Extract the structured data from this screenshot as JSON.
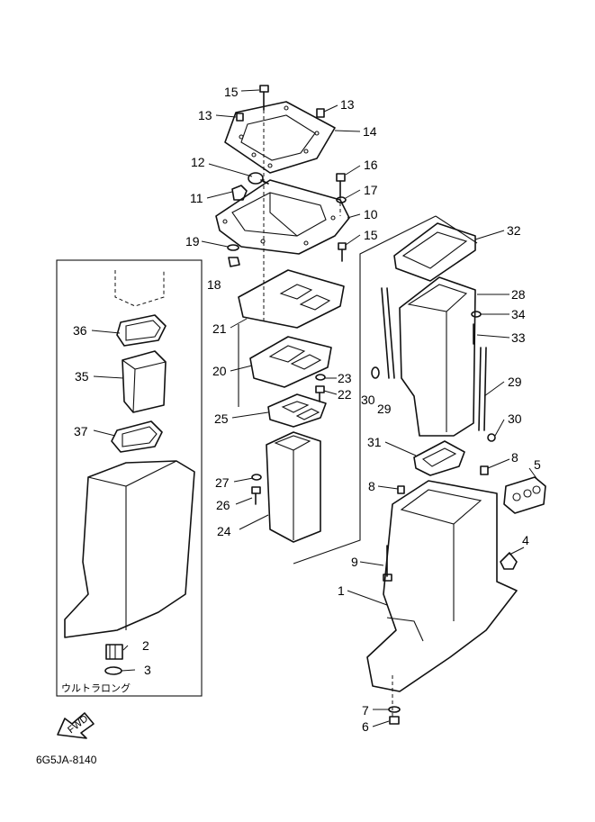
{
  "figure": {
    "diagram_code": "6G5JA-8140",
    "inset_caption": "ウルトラロング",
    "direction_label": "FWD"
  },
  "callouts": [
    {
      "id": "c15a",
      "label": "15"
    },
    {
      "id": "c13a",
      "label": "13"
    },
    {
      "id": "c13b",
      "label": "13"
    },
    {
      "id": "c14",
      "label": "14"
    },
    {
      "id": "c12",
      "label": "12"
    },
    {
      "id": "c16",
      "label": "16"
    },
    {
      "id": "c11",
      "label": "11"
    },
    {
      "id": "c17",
      "label": "17"
    },
    {
      "id": "c10",
      "label": "10"
    },
    {
      "id": "c19",
      "label": "19"
    },
    {
      "id": "c15b",
      "label": "15"
    },
    {
      "id": "c18",
      "label": "18"
    },
    {
      "id": "c32",
      "label": "32"
    },
    {
      "id": "c28",
      "label": "28"
    },
    {
      "id": "c21",
      "label": "21"
    },
    {
      "id": "c34",
      "label": "34"
    },
    {
      "id": "c36",
      "label": "36"
    },
    {
      "id": "c33",
      "label": "33"
    },
    {
      "id": "c35",
      "label": "35"
    },
    {
      "id": "c20",
      "label": "20"
    },
    {
      "id": "c23",
      "label": "23"
    },
    {
      "id": "c22",
      "label": "22"
    },
    {
      "id": "c30a",
      "label": "30"
    },
    {
      "id": "c29a",
      "label": "29"
    },
    {
      "id": "c29b",
      "label": "29"
    },
    {
      "id": "c25",
      "label": "25"
    },
    {
      "id": "c30b",
      "label": "30"
    },
    {
      "id": "c37",
      "label": "37"
    },
    {
      "id": "c31",
      "label": "31"
    },
    {
      "id": "c8a",
      "label": "8"
    },
    {
      "id": "c5",
      "label": "5"
    },
    {
      "id": "c27",
      "label": "27"
    },
    {
      "id": "c8b",
      "label": "8"
    },
    {
      "id": "c26",
      "label": "26"
    },
    {
      "id": "c24",
      "label": "24"
    },
    {
      "id": "c4",
      "label": "4"
    },
    {
      "id": "c9",
      "label": "9"
    },
    {
      "id": "c1",
      "label": "1"
    },
    {
      "id": "c2",
      "label": "2"
    },
    {
      "id": "c3",
      "label": "3"
    },
    {
      "id": "c7",
      "label": "7"
    },
    {
      "id": "c6",
      "label": "6"
    }
  ]
}
